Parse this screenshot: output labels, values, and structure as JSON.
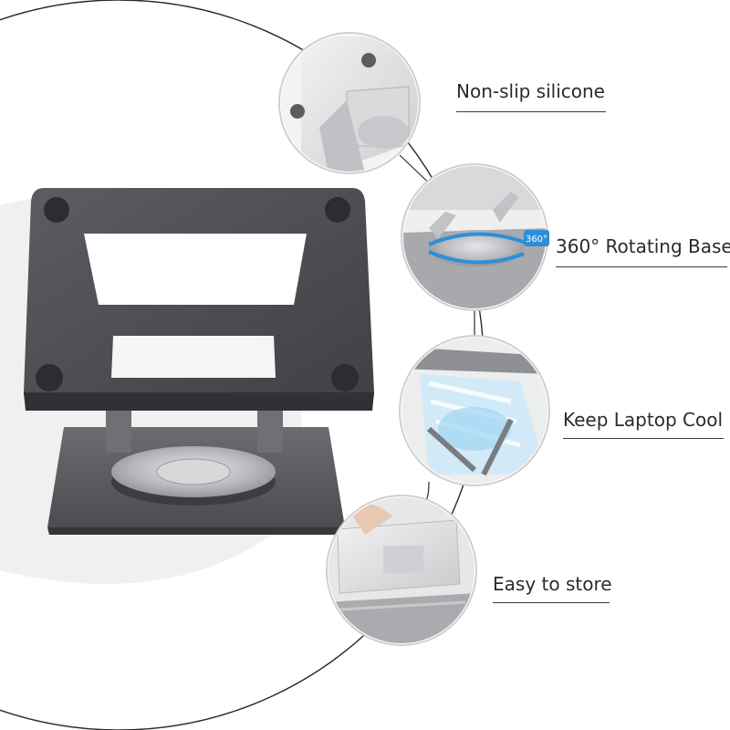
{
  "product": {
    "image": "laptop-stand-illustration",
    "colors": {
      "panel": "#4a4c50",
      "panel_edge": "#35373a",
      "pads": "#2c2d30",
      "base": "#55575b",
      "disc": "#b9bbbe",
      "accent_blue": "#2d8fd8",
      "airflow": "#9fd4f2"
    }
  },
  "features": [
    {
      "label": "Non-slip silicone",
      "icon": "silicone-pad-icon"
    },
    {
      "label": "360° Rotating Base",
      "icon": "rotating-base-icon",
      "badge": "360°"
    },
    {
      "label": "Keep Laptop Cool",
      "icon": "airflow-icon"
    },
    {
      "label": "Easy to store",
      "icon": "storage-bag-icon"
    }
  ]
}
